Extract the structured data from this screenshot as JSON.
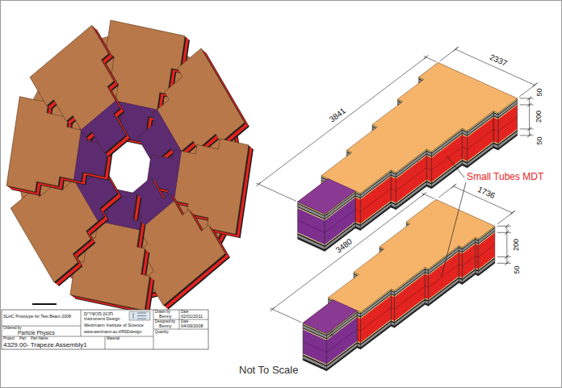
{
  "diagram": {
    "labels": [
      "3841",
      "2337",
      "50",
      "200",
      "50",
      "Small Tubes MDT",
      "1736",
      "3480",
      "200",
      "50",
      "SLHC Prototype for Test Beam 2008",
      "תכנון מכשירים",
      "Instrument Design",
      "Weizmann Institute of Science",
      "www.weizmann.ac.il/RSDdesign",
      "Drawn by",
      "Benny",
      "Date",
      "02/01/2011",
      "Designed by",
      "Benny",
      "Date",
      "04/09/2008",
      "Ordered by",
      "Particle Physics",
      "Project",
      "Part",
      "Part Name",
      "4329.00- Trapeze Assembly1",
      "Material",
      "Quantity",
      "Not To Scale"
    ]
  }
}
